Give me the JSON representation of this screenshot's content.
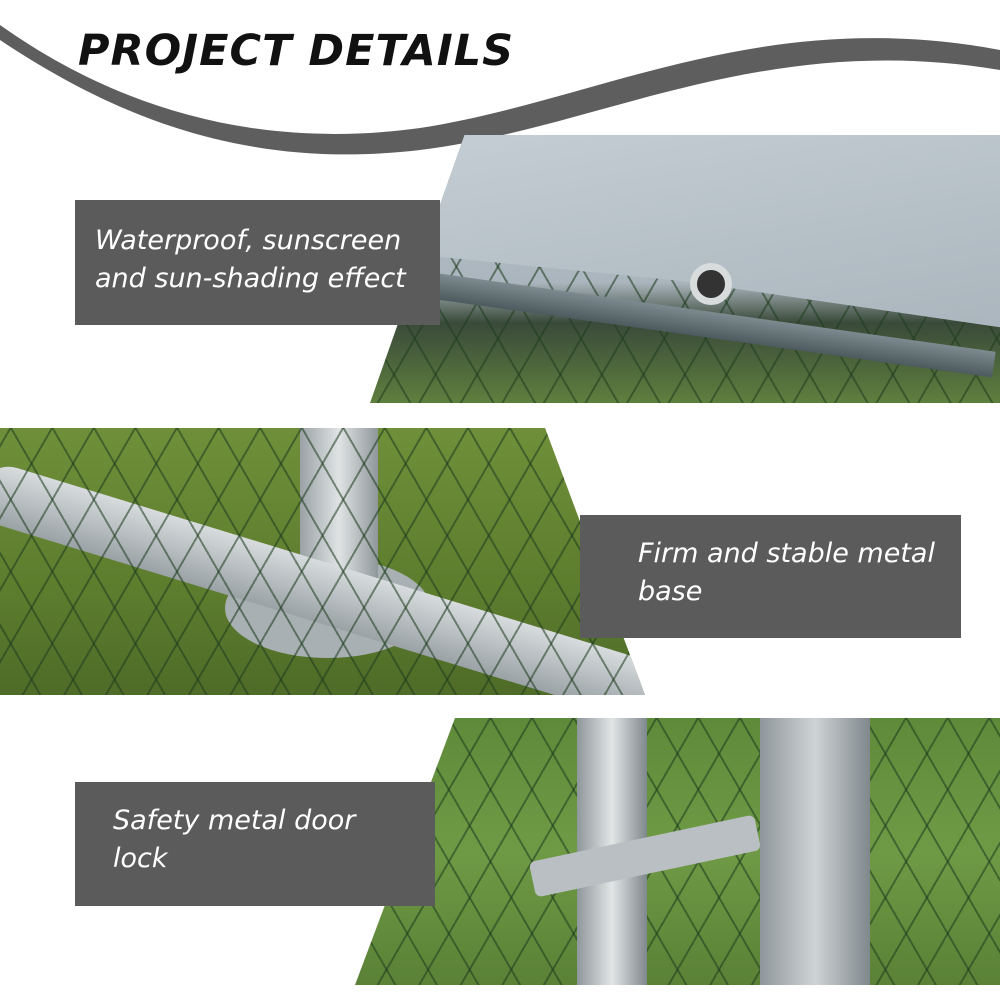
{
  "header": {
    "title": "PROJECT DETAILS"
  },
  "features": [
    {
      "lines": [
        "Waterproof, sunscreen",
        "and sun-shading effect"
      ]
    },
    {
      "lines": [
        "Firm and stable metal",
        "base"
      ]
    },
    {
      "lines": [
        "Safety metal door",
        "lock"
      ]
    }
  ],
  "colors": {
    "label_bg": "#5b5b5b",
    "swoosh": "#5e5e5e",
    "title": "#111111"
  }
}
